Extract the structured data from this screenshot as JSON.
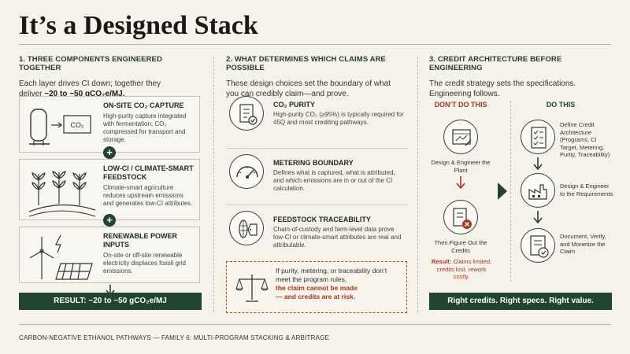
{
  "title": "It’s a Designed Stack",
  "col1": {
    "heading": "1. THREE COMPONENTS ENGINEERED TOGETHER",
    "intro_line1": "Each layer drives CI down; together they",
    "intro_line2_prefix": "deliver",
    "intro_line2_value": "−20 to −50 gCO₂e/MJ.",
    "components": [
      {
        "title": "ON-SITE CO₂ CAPTURE",
        "desc": "High-purity capture integrated with fermentation; CO₂ compressed for transport and storage.",
        "icon_label": "CO₂"
      },
      {
        "title": "LOW-CI / CLIMATE-SMART FEEDSTOCK",
        "desc": "Climate-smart agriculture reduces upstream emissions and generates low-CI attributes."
      },
      {
        "title": "RENEWABLE POWER INPUTS",
        "desc": "On-site or off-site renewable electricity displaces fossil grid emissions."
      }
    ],
    "plus": "+",
    "result": "RESULT:  −20 to −50 gCO₂e/MJ"
  },
  "col2": {
    "heading": "2. WHAT DETERMINES WHICH CLAIMS ARE POSSIBLE",
    "intro_line1": "These design choices set the boundary of what",
    "intro_line2": "you can credibly claim—and prove.",
    "claims": [
      {
        "title": "CO₂ PURITY",
        "desc": "High-purity CO₂ (≥95%) is typically required for 45Q and most crediting pathways."
      },
      {
        "title": "METERING BOUNDARY",
        "desc": "Defines what is captured, what is attributed, and which emissions are in or out of the CI calculation."
      },
      {
        "title": "FEEDSTOCK TRACEABILITY",
        "desc": "Chain-of-custody and farm-level data prove low-CI or climate-smart attributes are real and attributable."
      }
    ],
    "warning_text": "If purity, metering, or traceability don’t meet the program rules,",
    "warning_red1": "the claim cannot be made",
    "warning_red2": "— and credits are at risk."
  },
  "col3": {
    "heading": "3. CREDIT ARCHITECTURE BEFORE ENGINEERING",
    "intro_line1": "The credit strategy sets the specifications.",
    "intro_line2": "Engineering follows.",
    "dont_label": "DON’T DO THIS",
    "do_label": "DO THIS",
    "dont_steps": [
      "Design & Engineer the Plant",
      "Then Figure Out the Credits"
    ],
    "dont_result_label": "Result:",
    "dont_result_text": "Claims limited, credits lost, rework costly.",
    "do_steps": [
      "Define Credit Architecture (Programs, CI Target, Metering, Purity, Traceability)",
      "Design & Engineer to the Requirements",
      "Document, Verify, and Monetize the Claim"
    ],
    "result": "Right credits. Right specs. Right value."
  },
  "footer": "CARBON-NEGATIVE ETHANOL PATHWAYS — FAMILY 6: MULTI-PROGRAM STACKING & ARBITRAGE",
  "colors": {
    "dark_green": "#21432f",
    "accent_red": "#a8361c",
    "background": "#f5f2ea"
  }
}
